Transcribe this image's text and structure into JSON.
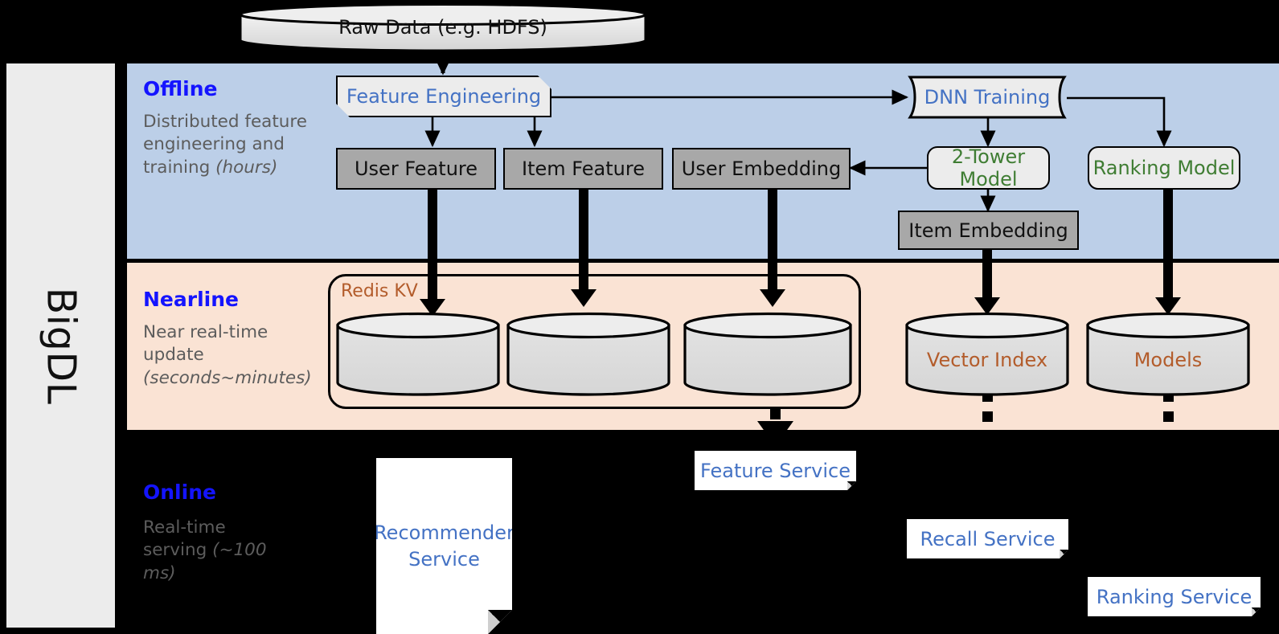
{
  "rail": {
    "label": "BigDL"
  },
  "top": {
    "raw_data": "Raw Data (e.g. HDFS)"
  },
  "bands": [
    {
      "id": "offline",
      "title": "Offline",
      "desc_plain": "Distributed feature engineering and training ",
      "desc_italic": "(hours)",
      "color": "#bccfe8"
    },
    {
      "id": "nearline",
      "title": "Nearline",
      "desc_plain": "Near real-time update ",
      "desc_italic": "(seconds~minutes)",
      "color": "#fae3d4"
    },
    {
      "id": "online",
      "title": "Online",
      "desc_plain": "Real-time serving ",
      "desc_italic": "(~100 ms)",
      "color": "#000000"
    }
  ],
  "offline": {
    "feature_engineering": "Feature Engineering",
    "dnn_training": "DNN Training",
    "user_feature": "User Feature",
    "item_feature": "Item Feature",
    "user_embedding": "User Embedding",
    "two_tower_model": "2-Tower Model",
    "ranking_model": "Ranking Model",
    "item_embedding": "Item Embedding"
  },
  "nearline": {
    "redis_kv": "Redis KV",
    "store_user_feature": "",
    "store_item_feature": "",
    "store_user_embedding": "",
    "vector_index": "Vector Index",
    "models": "Models"
  },
  "online": {
    "recommender_service": "Recommender Service",
    "feature_service": "Feature Service",
    "recall_service": "Recall Service",
    "ranking_service": "Ranking Service"
  },
  "colors": {
    "band_offline": "#bccfe8",
    "band_nearline": "#fae3d4",
    "band_online": "#000000",
    "title_blue": "#1414ff",
    "desc_grey": "#5c5c5c",
    "node_grey": "#a8a8a8",
    "node_proc": "#ececec",
    "text_blue": "#4472c4",
    "text_green": "#3f7d33",
    "text_brown": "#b35c2b",
    "rail_grey": "#ececec"
  }
}
